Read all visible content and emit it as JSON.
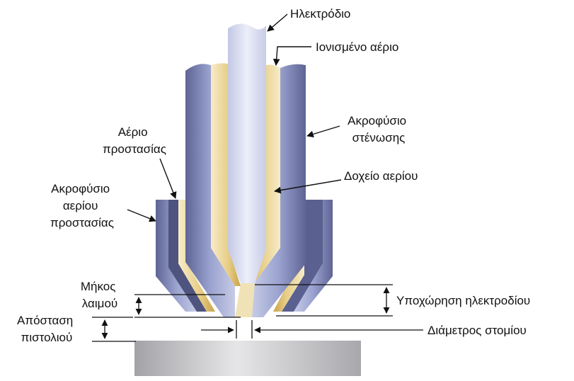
{
  "labels": {
    "electrode": "Ηλεκτρόδιο",
    "ionized_gas": "Ιονισμένο αέριο",
    "constricting_nozzle": [
      "Ακροφύσιο",
      "στένωσης"
    ],
    "gas_cup": "Δοχείο αερίου",
    "shielding_gas": [
      "Αέριο",
      "προστασίας"
    ],
    "shielding_gas_nozzle": [
      "Ακροφύσιο",
      "αερίου",
      "προστασίας"
    ],
    "throat_length": [
      "Μήκος",
      "λαιμού"
    ],
    "electrode_setback": "Υποχώρηση ηλεκτροδίου",
    "standoff_distance": [
      "Απόσταση",
      "πιστολιού"
    ],
    "orifice_diameter": "Διάμετρος στομίου"
  },
  "colors": {
    "blue_nozzle": "#8d97c4",
    "gold_gas": "#e2c98a",
    "electrode": "#d4d8ee",
    "workpiece": "#b4b4b8"
  }
}
